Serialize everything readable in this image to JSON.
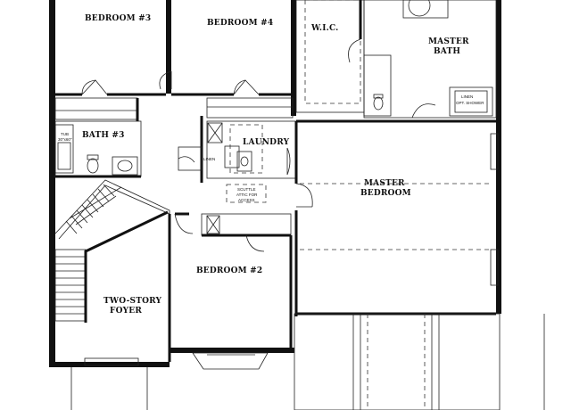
{
  "rooms": {
    "bedroom3": "BEDROOM #3",
    "bedroom4": "BEDROOM #4",
    "wic": "W.I.C.",
    "master_bath_line1": "MASTER",
    "master_bath_line2": "BATH",
    "bath3": "BATH #3",
    "laundry": "LAUNDRY",
    "master_bedroom_line1": "MASTER",
    "master_bedroom_line2": "BEDROOM",
    "bedroom2": "BEDROOM #2",
    "foyer_line1": "TWO-STORY",
    "foyer_line2": "FOYER"
  },
  "fixtures": {
    "tub_line1": "TUB",
    "tub_line2": "30\"x60\"",
    "linen_laundry": "LINEN",
    "linen_bath": "LINEN",
    "shower": "OPT. SHOWER",
    "attic_line1": "SCUTTLE",
    "attic_line2": "ATTIC FOR",
    "attic_line3": "ACCESS"
  }
}
